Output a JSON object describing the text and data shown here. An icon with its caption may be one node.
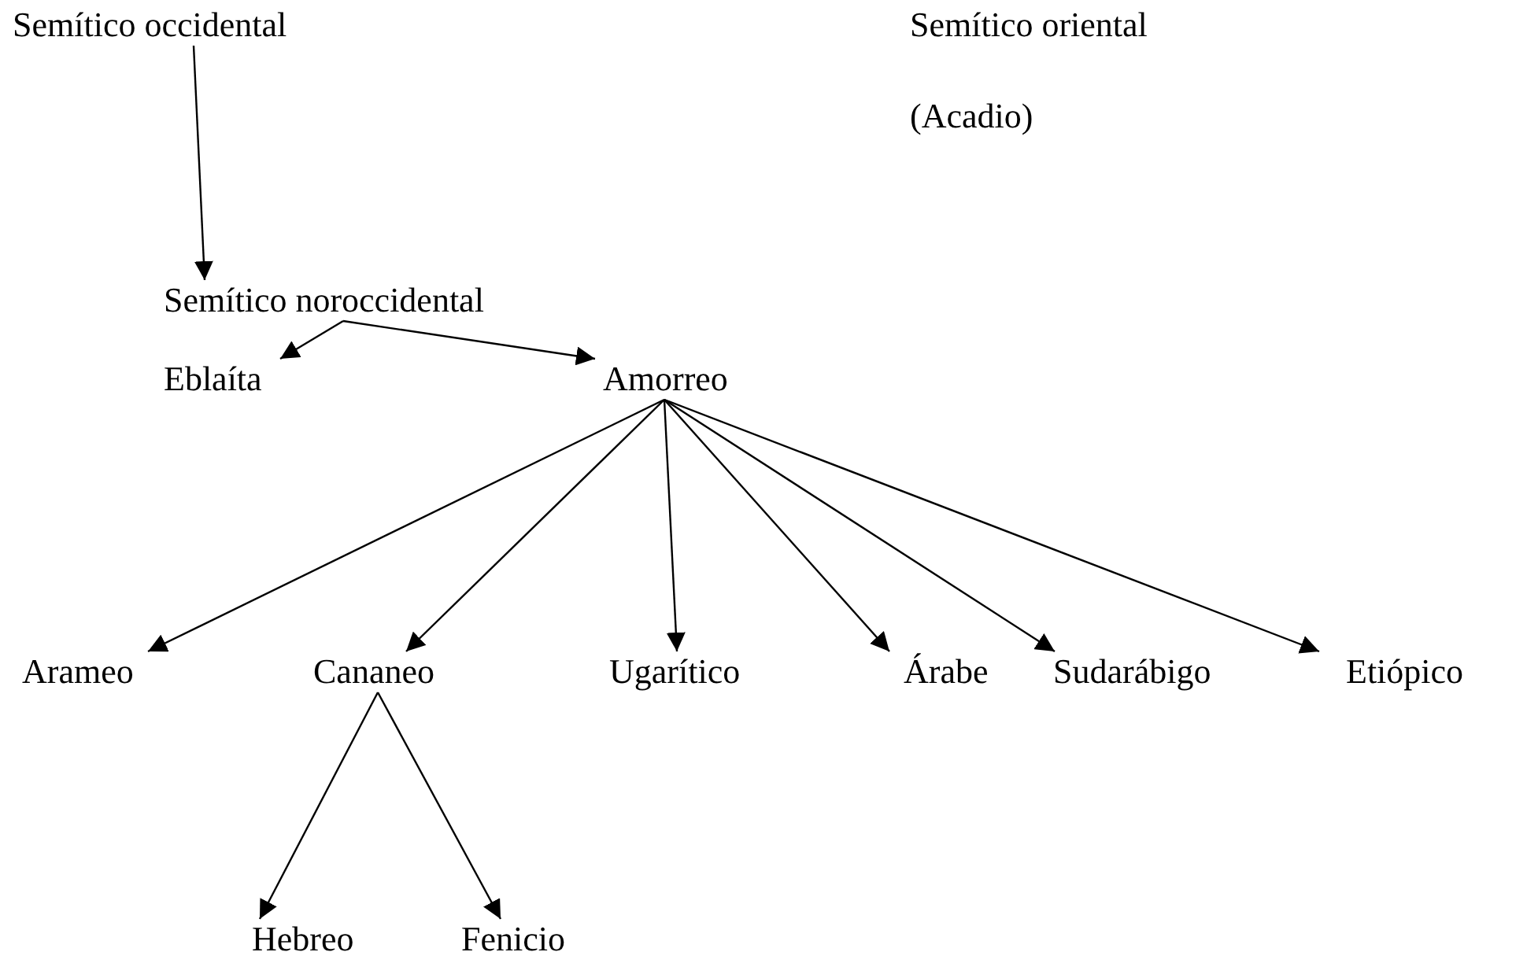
{
  "diagram": {
    "nodes": [
      {
        "text": [
          "Semítico occidental"
        ]
      },
      {
        "text": [
          "Semítico noroccidental"
        ]
      },
      {
        "text": [
          "Eblaíta"
        ]
      },
      {
        "text": [
          "Amorreo"
        ]
      },
      {
        "text": [
          "Arameo"
        ]
      },
      {
        "text": [
          "Cananeo"
        ]
      },
      {
        "text": [
          "Ugarítico"
        ]
      },
      {
        "text": [
          "Árabe"
        ]
      },
      {
        "text": [
          "Sudarábigo"
        ]
      },
      {
        "text": [
          "Etiópico"
        ]
      },
      {
        "text": [
          "Hebreo"
        ]
      },
      {
        "text": [
          "Fenicio"
        ]
      }
    ],
    "edges": [
      {
        "from": 0,
        "to": 1,
        "arrow": "to"
      },
      {
        "from": 1,
        "to": 2,
        "arrow": "to"
      },
      {
        "from": 1,
        "to": 3,
        "arrow": "to"
      },
      {
        "from": 3,
        "to": 4,
        "arrow": "to"
      },
      {
        "from": 3,
        "to": 5,
        "arrow": "to"
      },
      {
        "from": 3,
        "to": 6,
        "arrow": "to"
      },
      {
        "from": 3,
        "to": 7,
        "arrow": "to"
      },
      {
        "from": 3,
        "to": 8,
        "arrow": "to"
      },
      {
        "from": 3,
        "to": 9,
        "arrow": "to"
      },
      {
        "from": 5,
        "to": 10,
        "arrow": "to"
      },
      {
        "from": 5,
        "to": 11,
        "arrow": "to"
      }
    ],
    "labels": [
      "Semítico oriental",
      "(Acadio)"
    ]
  }
}
